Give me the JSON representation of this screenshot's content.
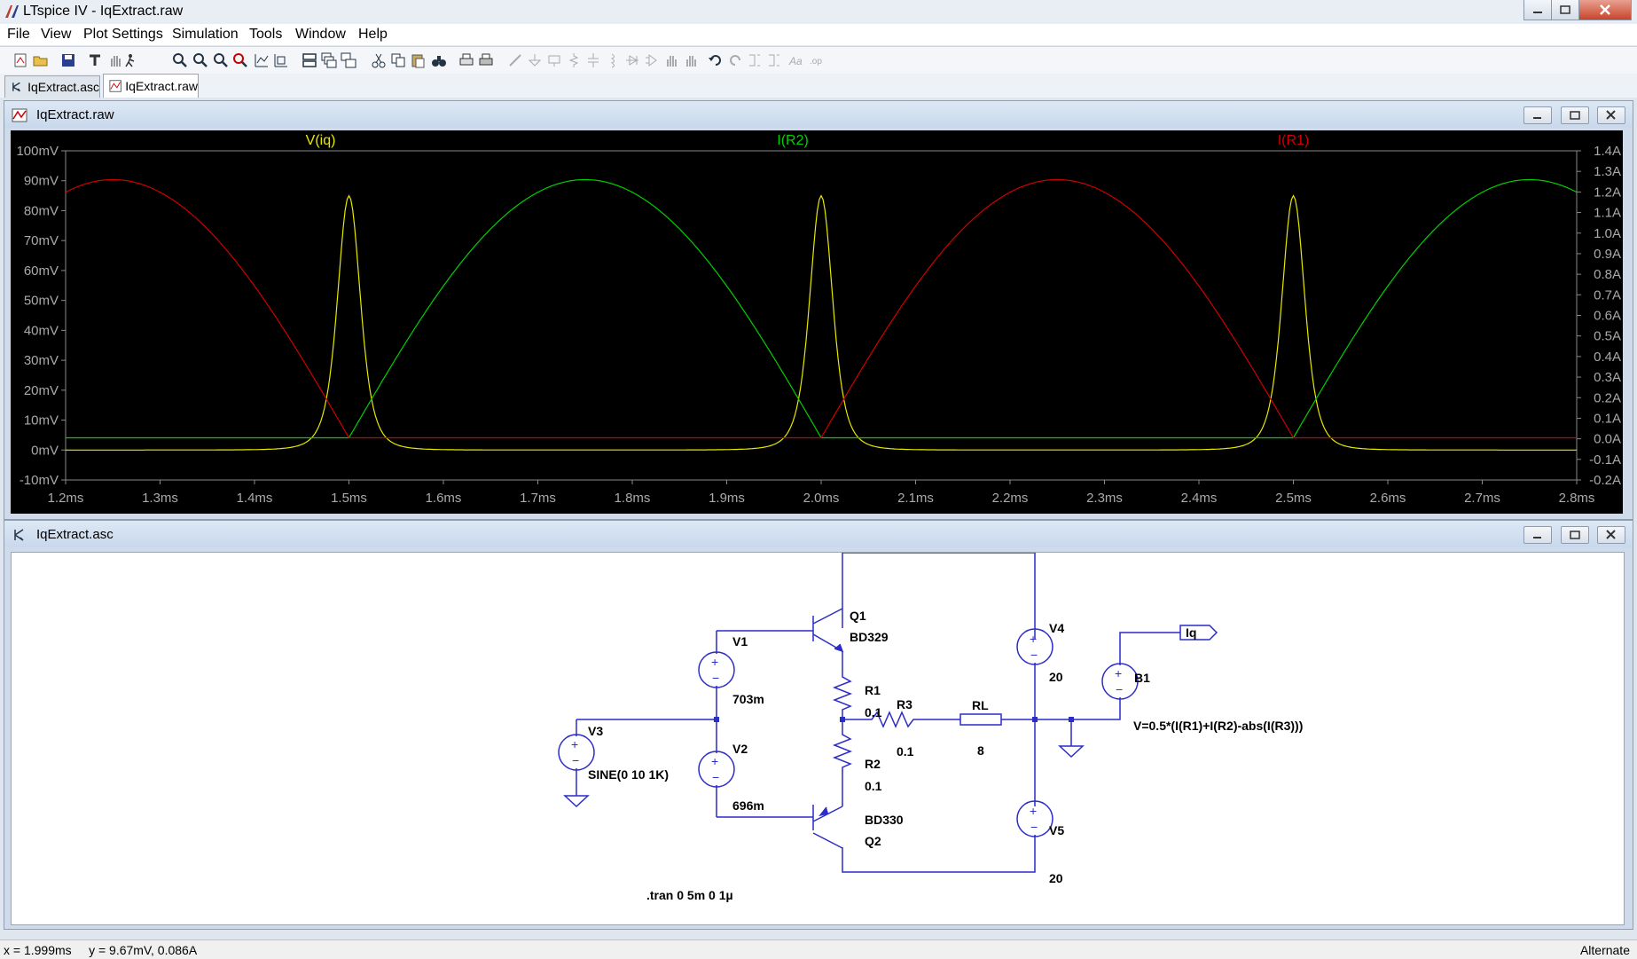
{
  "window": {
    "title": "LTspice IV - IqExtract.raw"
  },
  "menu": [
    "File",
    "View",
    "Plot Settings",
    "Simulation",
    "Tools",
    "Window",
    "Help"
  ],
  "tabs": [
    {
      "label": "IqExtract.asc",
      "active": false
    },
    {
      "label": "IqExtract.raw",
      "active": true
    }
  ],
  "plot_window": {
    "title": "IqExtract.raw"
  },
  "schematic_window": {
    "title": "IqExtract.asc"
  },
  "chart_data": {
    "type": "line",
    "x_range": [
      1.2,
      2.8
    ],
    "x_unit": "ms",
    "x_ticks": [
      "1.2ms",
      "1.3ms",
      "1.4ms",
      "1.5ms",
      "1.6ms",
      "1.7ms",
      "1.8ms",
      "1.9ms",
      "2.0ms",
      "2.1ms",
      "2.2ms",
      "2.3ms",
      "2.4ms",
      "2.5ms",
      "2.6ms",
      "2.7ms",
      "2.8ms"
    ],
    "y_left_range": [
      -10,
      100
    ],
    "y_left_ticks": [
      "100mV",
      "90mV",
      "80mV",
      "70mV",
      "60mV",
      "50mV",
      "40mV",
      "30mV",
      "20mV",
      "10mV",
      "0mV",
      "-10mV"
    ],
    "y_right_range": [
      -0.2,
      1.4
    ],
    "y_right_ticks": [
      "1.4A",
      "1.3A",
      "1.2A",
      "1.1A",
      "1.0A",
      "0.9A",
      "0.8A",
      "0.7A",
      "0.6A",
      "0.5A",
      "0.4A",
      "0.3A",
      "0.2A",
      "0.1A",
      "0.0A",
      "-0.1A",
      "-0.2A"
    ],
    "grid": false,
    "background": "#000000",
    "series": [
      {
        "name": "V(iq)",
        "color": "#e8e800",
        "axis": "left",
        "peak_value": 85,
        "peak_times": [
          1.5,
          2.0,
          2.5
        ]
      },
      {
        "name": "I(R2)",
        "color": "#00d000",
        "axis": "right",
        "baseline": 0.005,
        "peak_value": 1.26,
        "peak_times": [
          1.75,
          2.75
        ]
      },
      {
        "name": "I(R1)",
        "color": "#d00000",
        "axis": "right",
        "baseline": 0.005,
        "peak_value": 1.26,
        "peak_times": [
          1.25,
          2.25
        ]
      }
    ]
  },
  "schematic": {
    "components": {
      "Q1": {
        "name": "Q1",
        "model": "BD329"
      },
      "Q2": {
        "name": "Q2",
        "model": "BD330"
      },
      "V1": {
        "name": "V1",
        "value": "703m"
      },
      "V2": {
        "name": "V2",
        "value": "696m"
      },
      "V3": {
        "name": "V3",
        "value": "SINE(0 10 1K)"
      },
      "V4": {
        "name": "V4",
        "value": "20"
      },
      "V5": {
        "name": "V5",
        "value": "20"
      },
      "R1": {
        "name": "R1",
        "value": "0.1"
      },
      "R2": {
        "name": "R2",
        "value": "0.1"
      },
      "R3": {
        "name": "R3",
        "value": "0.1"
      },
      "RL": {
        "name": "RL",
        "value": "8"
      },
      "B1": {
        "name": "B1",
        "value": "V=0.5*(I(R1)+I(R2)-abs(I(R3)))"
      }
    },
    "net_label": "Iq",
    "directive": ".tran 0 5m 0 1µ"
  },
  "status": {
    "left": "x = 1.999ms     y = 9.67mV, 0.086A",
    "right": "Alternate"
  }
}
